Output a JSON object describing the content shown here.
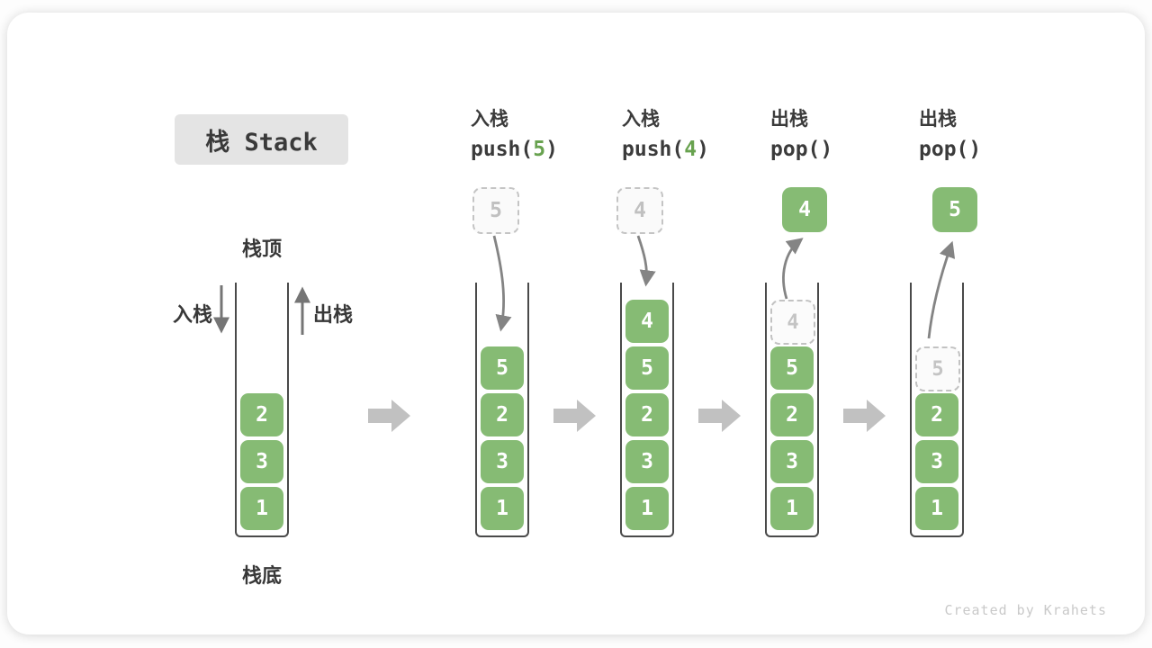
{
  "title": {
    "label": "栈 Stack"
  },
  "watermark": "Created by Krahets",
  "colors": {
    "cell_green": "#86bb74",
    "cell_text": "#ffffff",
    "accent_green": "#68a24f",
    "ghost_border": "#c4c4c4",
    "ghost_text": "#c0c0c0",
    "wall_gray": "#4a4a4a",
    "flow_arrow_gray": "#c1c1c1",
    "curve_arrow_gray": "#848484",
    "badge_bg": "#e4e4e4",
    "label_dark": "#3b3b3b",
    "watermark_gray": "#c9c9c9"
  },
  "stack_annotations": {
    "top": "栈顶",
    "bottom": "栈底",
    "push_side": "入栈",
    "pop_side": "出栈"
  },
  "icons": {
    "flow_arrow": "thick-right-block-arrow",
    "push_curve": "curved-arrow-into-stack",
    "pop_curve": "curved-arrow-out-of-stack",
    "push_side": "straight-down-arrow",
    "pop_side": "straight-up-arrow"
  },
  "columns": [
    {
      "name": "stack-state-initial",
      "cells": [
        {
          "value": "2"
        },
        {
          "value": "3"
        },
        {
          "value": "1"
        }
      ]
    },
    {
      "name": "stack-state-push-5",
      "op": {
        "title": "入栈",
        "code_pre": "push(",
        "code_arg": "5",
        "code_suf": ")"
      },
      "floating": {
        "value": "5",
        "variant": "ghost"
      },
      "cells": [
        {
          "value": "5"
        },
        {
          "value": "2"
        },
        {
          "value": "3"
        },
        {
          "value": "1"
        }
      ]
    },
    {
      "name": "stack-state-push-4",
      "op": {
        "title": "入栈",
        "code_pre": "push(",
        "code_arg": "4",
        "code_suf": ")"
      },
      "floating": {
        "value": "4",
        "variant": "ghost"
      },
      "cells": [
        {
          "value": "4"
        },
        {
          "value": "5"
        },
        {
          "value": "2"
        },
        {
          "value": "3"
        },
        {
          "value": "1"
        }
      ]
    },
    {
      "name": "stack-state-pop-4",
      "op": {
        "title": "出栈",
        "code_pre": "pop(",
        "code_arg": "",
        "code_suf": ")"
      },
      "floating": {
        "value": "4",
        "variant": "solid"
      },
      "cells": [
        {
          "value": "4",
          "ghost": true
        },
        {
          "value": "5"
        },
        {
          "value": "2"
        },
        {
          "value": "3"
        },
        {
          "value": "1"
        }
      ]
    },
    {
      "name": "stack-state-pop-5",
      "op": {
        "title": "出栈",
        "code_pre": "pop(",
        "code_arg": "",
        "code_suf": ")"
      },
      "floating": {
        "value": "5",
        "variant": "solid"
      },
      "cells": [
        {
          "value": "5",
          "ghost": true
        },
        {
          "value": "2"
        },
        {
          "value": "3"
        },
        {
          "value": "1"
        }
      ]
    }
  ]
}
